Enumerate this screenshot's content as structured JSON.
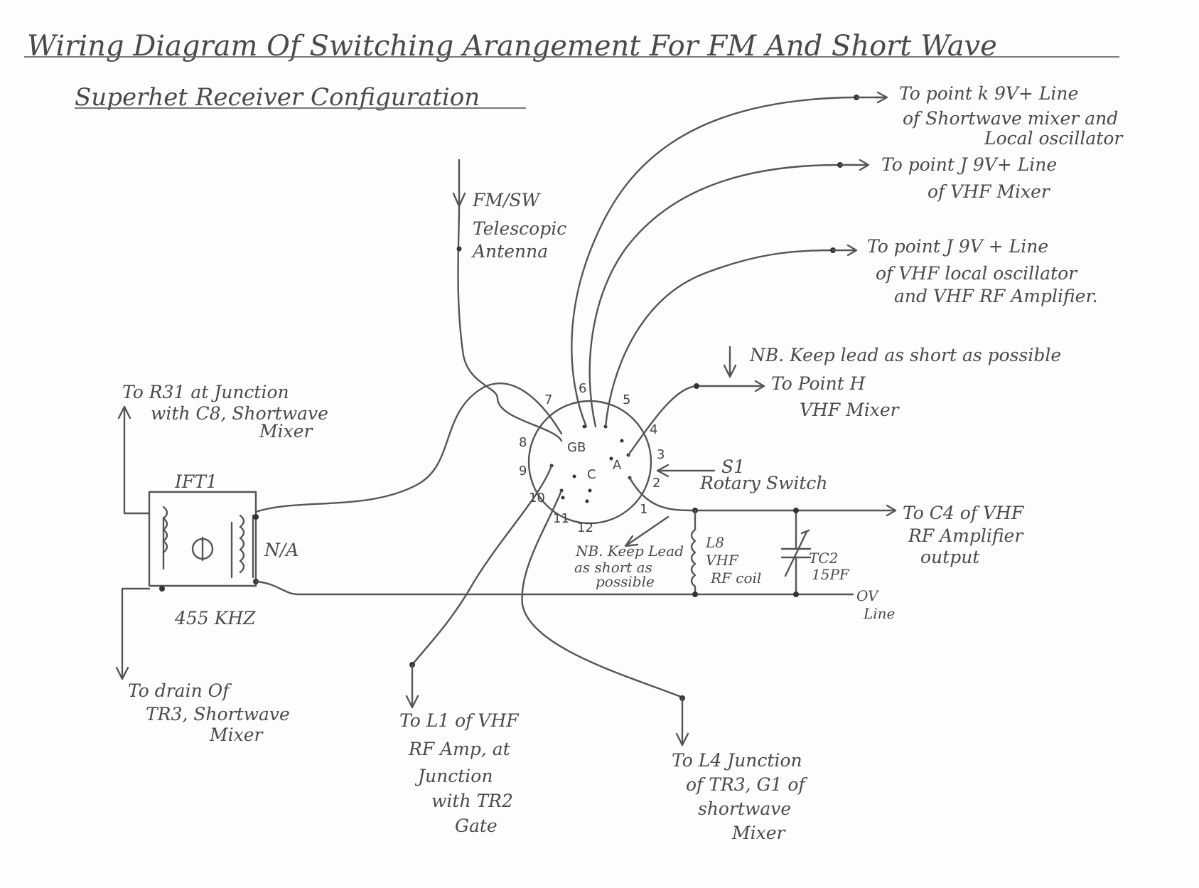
{
  "title": "Wiring Diagram Of Switching Arangement For FM And Short Wave",
  "subtitle": "Superhet Receiver Configuration",
  "antenna": [
    "FM/SW",
    "Telescopic",
    "Antenna"
  ],
  "labels": {
    "point_k": [
      "To point k 9V+ Line",
      "of Shortwave mixer and",
      "Local oscillator"
    ],
    "point_j_mixer": [
      "To point J 9V+ Line",
      "of VHF Mixer"
    ],
    "point_j_osc": [
      "To point J 9V + Line",
      "of VHF local oscillator",
      "and VHF RF Amplifier."
    ],
    "nb_top": "NB. Keep lead as short as possible",
    "point_h": [
      "To Point H",
      "VHF Mixer"
    ],
    "switch": [
      "S1",
      "Rotary Switch"
    ],
    "r31": [
      "To R31 at Junction",
      "with C8, Shortwave",
      "Mixer"
    ],
    "ift": "IFT1",
    "na": "N/A",
    "khz": "455 KHZ",
    "l8": [
      "L8",
      "VHF",
      "RF coil"
    ],
    "tc2": [
      "TC2",
      "15PF"
    ],
    "c4": [
      "To C4 of VHF",
      "RF Amplifier",
      "output"
    ],
    "ov": [
      "OV",
      "Line"
    ],
    "nb_bottom": [
      "NB. Keep Lead",
      "as short as",
      "possible"
    ],
    "drain": [
      "To drain Of",
      "TR3, Shortwave",
      "Mixer"
    ],
    "l1": [
      "To L1 of VHF",
      "RF Amp, at",
      "Junction",
      "with TR2",
      "Gate"
    ],
    "l4": [
      "To L4 Junction",
      "of TR3, G1 of",
      "shortwave",
      "Mixer"
    ]
  },
  "switch_pins": [
    "1",
    "2",
    "3",
    "4",
    "5",
    "6",
    "7",
    "8",
    "9",
    "10",
    "11",
    "12"
  ],
  "switch_poles": [
    "A",
    "B",
    "C"
  ]
}
